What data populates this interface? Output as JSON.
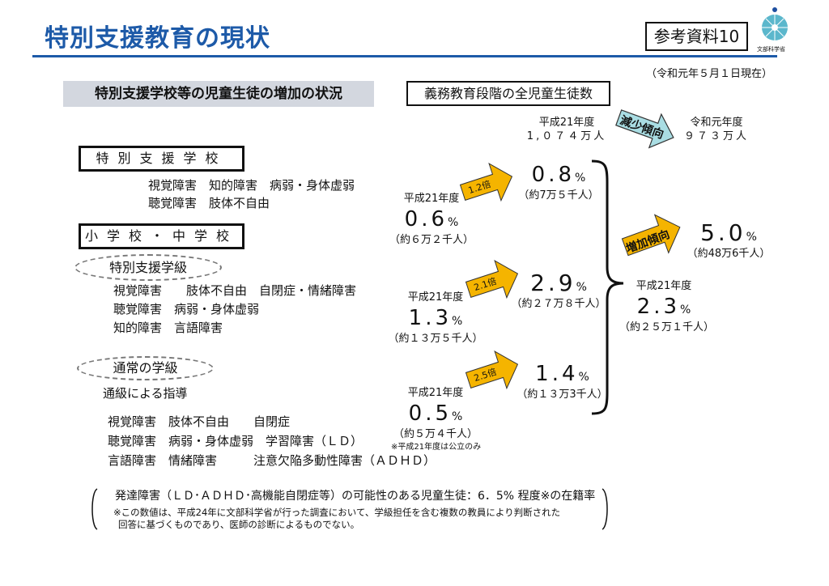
{
  "header": {
    "title": "特別支援教育の現状",
    "reference_label": "参考資料10",
    "as_of": "（令和元年５月１日現在）",
    "logo_text": "文部科学省"
  },
  "section_title": "特別支援学校等の児童生徒の増加の状況",
  "total": {
    "heading": "義務教育段階の全児童生徒数",
    "before_year": "平成21年度",
    "before_value": "1,０７４万人",
    "trend": "減少傾向",
    "after_year": "令和元年度",
    "after_value": "９７３万人"
  },
  "categories": {
    "special_school": {
      "label": "特別支援学校",
      "lines": [
        "視覚障害　知的障害　病弱・身体虚弱",
        "聴覚障害　肢体不自由"
      ]
    },
    "elem_middle": {
      "label": "小学校・中学校"
    },
    "special_class": {
      "label": "特別支援学級",
      "lines": [
        "視覚障害　　肢体不自由　自閉症・情緒障害",
        "聴覚障害　病弱・身体虚弱",
        "知的障害　言語障害"
      ]
    },
    "regular_class": {
      "label": "通常の学級",
      "sublabel": "通級による指導",
      "lines": [
        "視覚障害　肢体不自由　　自閉症",
        "聴覚障害　病弱・身体虚弱　学習障害（ＬＤ）",
        "言語障害　情緒障害　　　注意欠陥多動性障害（ＡＤＨＤ）"
      ]
    }
  },
  "stats": [
    {
      "before_year": "平成21年度",
      "before_pct": "0.6",
      "before_count": "（約６万２千人）",
      "ratio": "1.2倍",
      "after_pct": "0.8",
      "after_count": "（約7万５千人）"
    },
    {
      "before_year": "平成21年度",
      "before_pct": "1.3",
      "before_count": "（約１３万５千人）",
      "ratio": "2.1倍",
      "after_pct": "2.9",
      "after_count": "（約２７万８千人）"
    },
    {
      "before_year": "平成21年度",
      "before_pct": "0.5",
      "before_count": "（約５万４千人）",
      "note": "※平成21年度は公立のみ",
      "ratio": "2.5倍",
      "after_pct": "1.4",
      "after_count": "（約１３万3千人）"
    }
  ],
  "combined": {
    "before_year": "平成21年度",
    "before_pct": "2.3",
    "before_count": "（約２５万１千人）",
    "trend": "増加傾向",
    "after_pct": "5.0",
    "after_count": "（約48万6千人）"
  },
  "pct_sign": "%",
  "footnote": {
    "main": "発達障害（ＬＤ･ＡＤＨＤ･高機能自閉症等）の可能性のある児童生徒：6．5% 程度※の在籍率",
    "note1": "※この数値は、平成24年に文部科学省が行った調査において、学級担任を含む複数の教員により判断された",
    "note2": "回答に基づくものであり、医師の診断によるものでない。"
  },
  "colors": {
    "title": "#1d5aa8",
    "orange_arrow": "#f5b400",
    "blue_arrow": "#a9dde3"
  }
}
